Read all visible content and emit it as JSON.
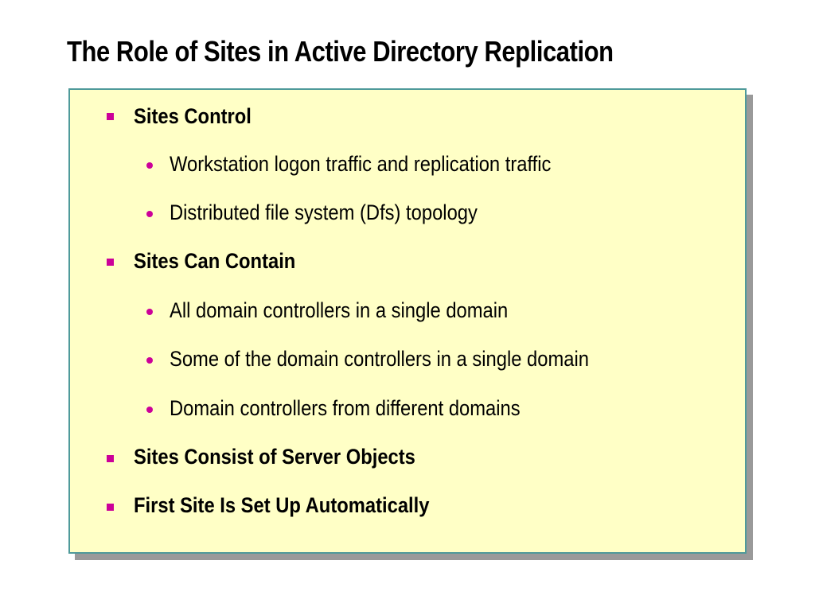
{
  "title": "The Role of Sites in Active Directory Replication",
  "colors": {
    "background": "#ffffff",
    "box_fill": "#ffffc6",
    "box_border": "#4f9a9a",
    "box_shadow": "#9a9a9a",
    "bullet": "#cc0099"
  },
  "bullets": [
    {
      "level": 1,
      "text": "Sites Control"
    },
    {
      "level": 2,
      "text": "Workstation logon traffic and replication traffic"
    },
    {
      "level": 2,
      "text": "Distributed file system (Dfs) topology"
    },
    {
      "level": 1,
      "text": "Sites Can Contain"
    },
    {
      "level": 2,
      "text": "All domain controllers in a single domain"
    },
    {
      "level": 2,
      "text": "Some of the domain controllers in a single domain"
    },
    {
      "level": 2,
      "text": "Domain controllers from different domains"
    },
    {
      "level": 1,
      "text": "Sites Consist of Server Objects"
    },
    {
      "level": 1,
      "text": "First Site Is Set Up Automatically"
    }
  ]
}
